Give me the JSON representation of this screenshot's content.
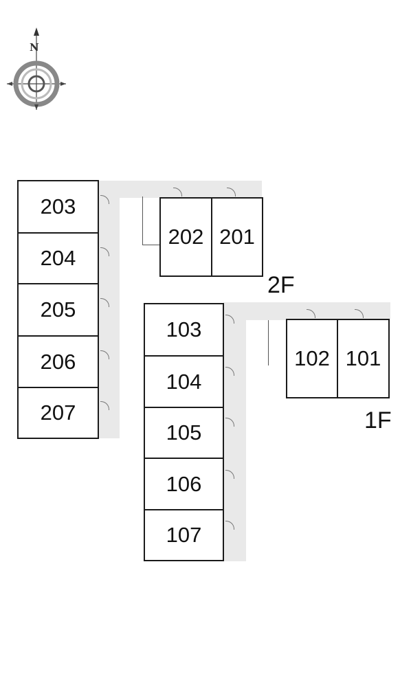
{
  "compass": {
    "north_label": "N",
    "icon": "north-arrow-compass-icon"
  },
  "floors": {
    "second": {
      "label": "2F",
      "units": [
        "203",
        "204",
        "205",
        "206",
        "207",
        "202",
        "201"
      ]
    },
    "first": {
      "label": "1F",
      "units": [
        "103",
        "104",
        "105",
        "106",
        "107",
        "102",
        "101"
      ]
    }
  },
  "colors": {
    "wall": "#1a1a1a",
    "corridor": "#e9e9e9",
    "background": "#ffffff"
  }
}
